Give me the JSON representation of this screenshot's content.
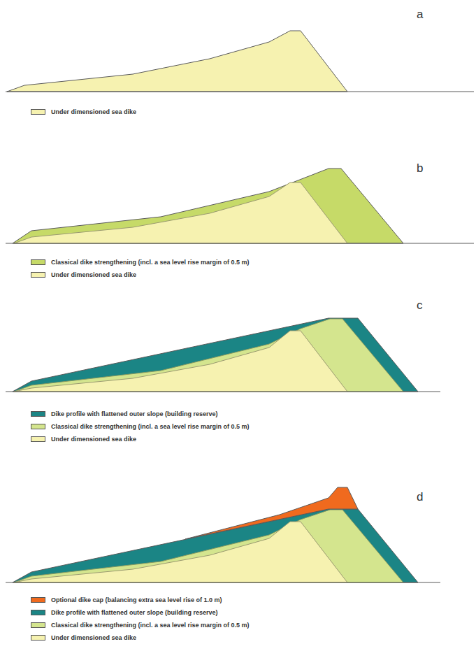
{
  "diagram": {
    "labels": [
      "a",
      "b",
      "c",
      "d"
    ],
    "legend": [
      {
        "text": "Under dimensioned sea dike",
        "color": "#f6f2b0"
      },
      {
        "text": "Classical dike strengthening (incl. a sea level rise margin of 0.5 m)",
        "color": "#c6da68"
      },
      {
        "text": "Under dimensioned sea dike",
        "color": "#f6f2b0"
      },
      {
        "text": "Dike profile with flattened outer slope (building reserve)",
        "color": "#1b8585"
      },
      {
        "text": "Classical dike strengthening (incl. a sea level rise margin of 0.5 m)",
        "color": "#d4e58e"
      },
      {
        "text": "Under dimensioned sea dike",
        "color": "#f6f2b0"
      },
      {
        "text": "Optional dike cap (balancing extra sea level rise of 1.0 m)",
        "color": "#f06a1e"
      },
      {
        "text": "Dike profile with flattened outer slope (building reserve)",
        "color": "#1b8585"
      },
      {
        "text": "Classical dike strengthening (incl. a sea level rise margin of 0.5 m)",
        "color": "#d4e58e"
      },
      {
        "text": "Under dimensioned sea dike",
        "color": "#f6f2b0"
      }
    ]
  }
}
